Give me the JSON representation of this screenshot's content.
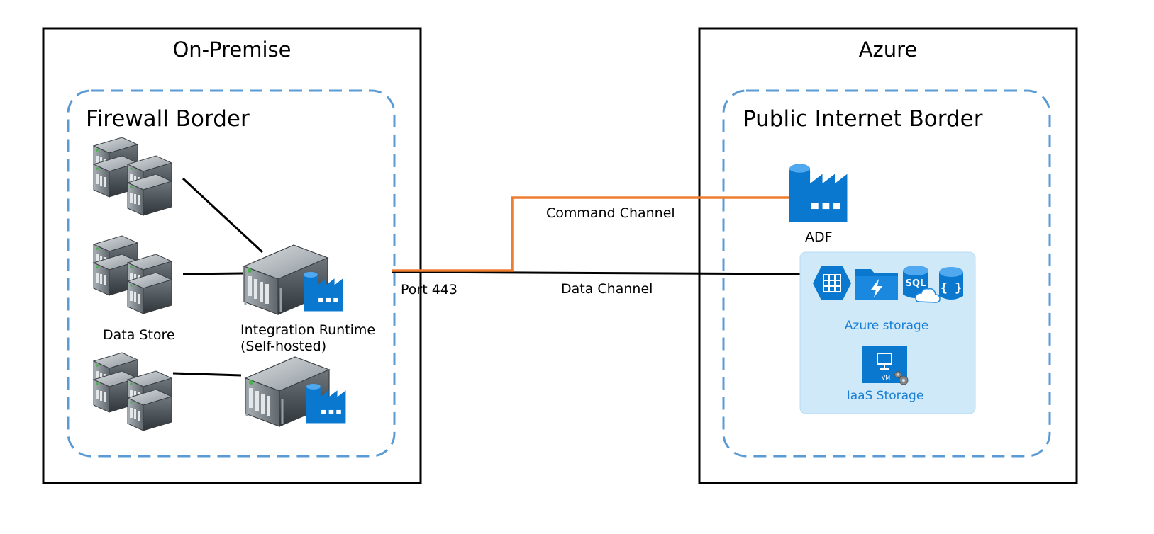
{
  "on_premise": {
    "title": "On-Premise",
    "border_title": "Firewall Border",
    "data_store_label": "Data Store",
    "runtime_label_line1": "Integration Runtime",
    "runtime_label_line2": "(Self-hosted)",
    "port_label": "Port 443"
  },
  "azure": {
    "title": "Azure",
    "border_title": "Public Internet Border",
    "adf_label": "ADF",
    "storage_label": "Azure storage",
    "iaas_label": "IaaS Storage",
    "sql_text": "SQL",
    "vm_text": "VM",
    "braces_text": "{ }"
  },
  "channels": {
    "command_label": "Command Channel",
    "data_label": "Data Channel"
  },
  "colors": {
    "command_channel": "#ED7D31",
    "data_channel": "#000000",
    "dashed_border": "#5B9BD5",
    "azure_blue": "#0078D4",
    "storage_panel": "#CFE9F9"
  },
  "icons": {
    "server_rack": "server-rack-icon",
    "factory": "data-factory-icon",
    "storage": [
      "table-storage-icon",
      "file-storage-icon",
      "sql-database-icon",
      "cosmos-db-icon",
      "virtual-machine-icon"
    ]
  }
}
